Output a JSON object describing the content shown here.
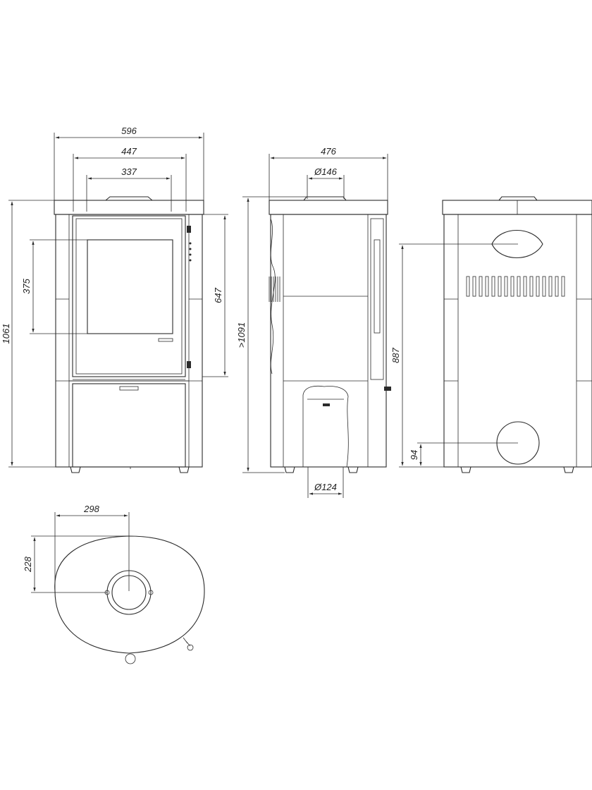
{
  "front_view": {
    "width_total": "596",
    "width_mid": "447",
    "width_inner": "337",
    "height_total": "1061",
    "height_window": "375",
    "height_door": "647"
  },
  "side_view": {
    "depth": "476",
    "flue_top_diameter": "Ø146",
    "height_min": ">1091",
    "air_inlet_diameter": "Ø124"
  },
  "rear_view": {
    "flue_rear_height": "887",
    "air_inlet_height": "94"
  },
  "top_view": {
    "flue_offset_x": "298",
    "flue_offset_y": "228"
  },
  "colors": {
    "line": "#2b2b2b",
    "background": "#ffffff"
  }
}
